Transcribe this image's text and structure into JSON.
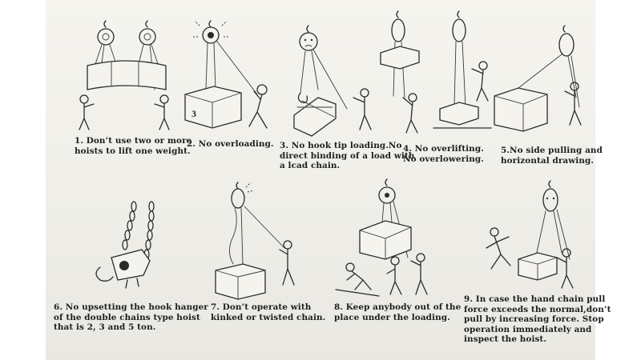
{
  "rules": [
    {
      "id": "1",
      "lines": [
        "1. Don’t use two or more",
        "hoists to lift one weight."
      ]
    },
    {
      "id": "2",
      "lines": [
        "2. No overloading."
      ],
      "load_mark": "3"
    },
    {
      "id": "3",
      "lines": [
        "3. No hook tip loading.No",
        "direct binding of a load with",
        "a lcad chain."
      ]
    },
    {
      "id": "4",
      "lines": [
        "4. No overlifting.",
        "No overlowering."
      ]
    },
    {
      "id": "5",
      "lines": [
        "5.No side pulling and",
        "horizontal drawing."
      ]
    },
    {
      "id": "6",
      "lines": [
        "6. No upsetting the hook hanger",
        "of the double chains type hoist",
        "that is 2, 3 and 5 ton."
      ]
    },
    {
      "id": "7",
      "lines": [
        "7. Don’t operate with",
        "kinked or twisted chain."
      ]
    },
    {
      "id": "8",
      "lines": [
        "8. Keep anybody out of the",
        "place under the loading."
      ]
    },
    {
      "id": "9",
      "lines": [
        "9. In case the hand chain pull",
        "force exceeds the normal,don’t",
        "pull by increasing force. Stop",
        "operation immediately and",
        "inspect the hoist."
      ]
    }
  ],
  "icons": [
    "chain-hoist-icon",
    "hook-icon",
    "load-block-icon",
    "worker-icon",
    "chain-icon"
  ]
}
